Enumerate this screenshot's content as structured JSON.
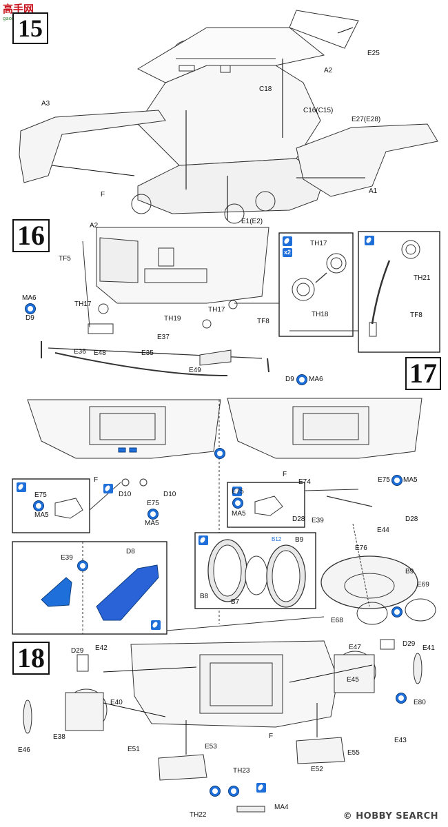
{
  "watermark": {
    "brand": "高手网",
    "url": "gaoshou.com"
  },
  "footer": {
    "copyright": "©",
    "brand": "HOBBY SEARCH"
  },
  "steps": {
    "s15": {
      "number": "15",
      "labels": [
        "E25",
        "A2",
        "C18",
        "A3",
        "C16(C15)",
        "E27(E28)",
        "F",
        "A1",
        "E1(E2)"
      ]
    },
    "s16": {
      "number": "16",
      "labels": [
        "A2",
        "TF5",
        "MA6",
        "D9",
        "TH17",
        "E48",
        "E35",
        "TH19",
        "TH17",
        "TF8",
        "E37",
        "E36",
        "E49",
        "D9",
        "MA6"
      ],
      "inset_a": {
        "labels": [
          "TH17",
          "TH18"
        ],
        "badge": "x2"
      }
    },
    "s17": {
      "number": "17",
      "inset_labels": [
        "TH21",
        "TF8"
      ],
      "left_labels": [
        "F",
        "D10",
        "D10",
        "E75",
        "MA5"
      ],
      "detail_left": {
        "labels": [
          "E75",
          "MA5"
        ]
      },
      "detail_right": {
        "labels": [
          "E75",
          "MA5"
        ]
      },
      "right_labels": [
        "F",
        "E74",
        "E75",
        "MA5",
        "D28",
        "E39",
        "E44",
        "D28",
        "E76",
        "B9",
        "E69",
        "E68"
      ],
      "wheel": {
        "labels": [
          "B9",
          "B8",
          "B7"
        ],
        "badge": "B12"
      },
      "color_inset": {
        "labels": [
          "E39",
          "D8"
        ]
      }
    },
    "s18": {
      "number": "18",
      "labels": [
        "D29",
        "E42",
        "E47",
        "D29",
        "E41",
        "E45",
        "E40",
        "E80",
        "E46",
        "E38",
        "E43",
        "E51",
        "F",
        "E53",
        "E55",
        "E52",
        "TH23",
        "TH22",
        "MA4"
      ]
    }
  }
}
